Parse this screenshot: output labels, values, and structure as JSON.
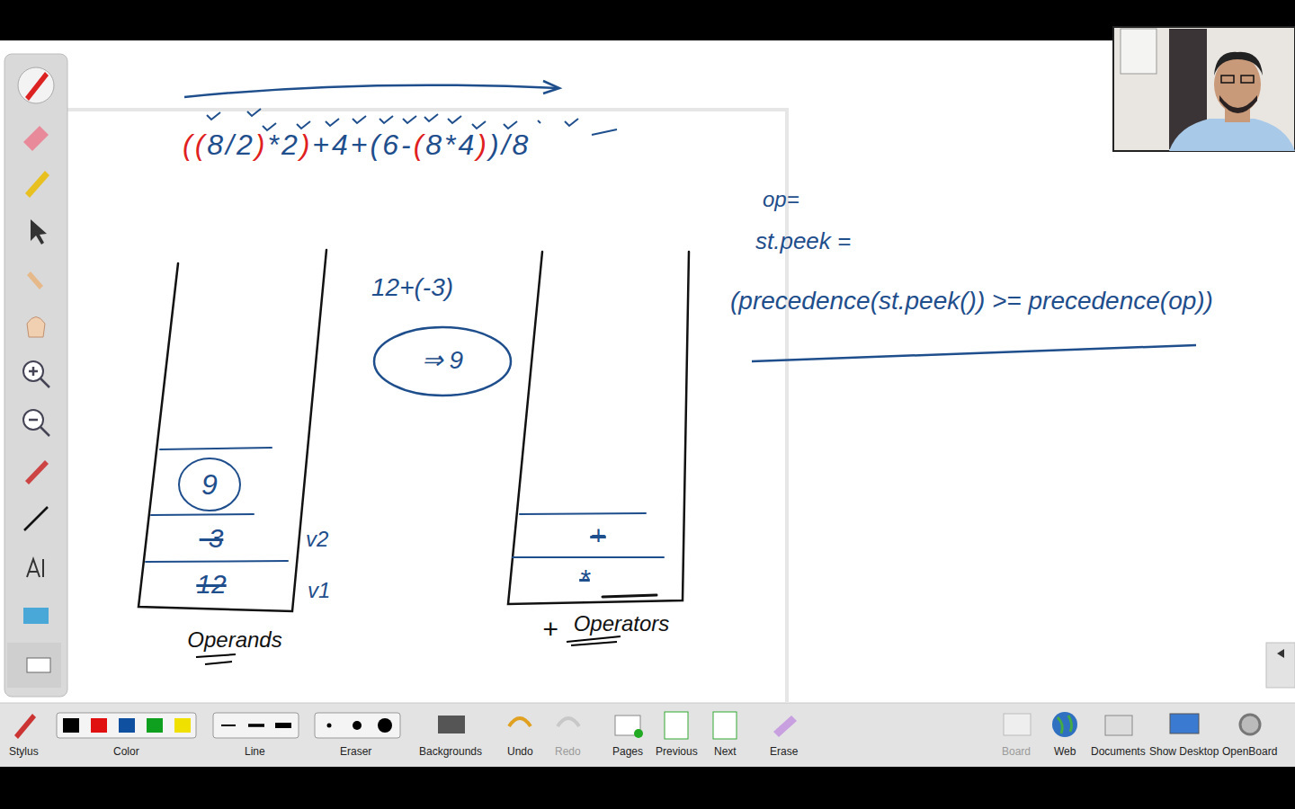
{
  "diagram": {
    "nodes": [
      {
        "text": [
          "Operands"
        ]
      },
      {
        "text": [
          "9"
        ],
        "in": 0
      },
      {
        "text": [
          "-3"
        ],
        "in": 0
      },
      {
        "text": [
          "12"
        ],
        "in": 0
      },
      {
        "text": [
          "Operators"
        ]
      },
      {
        "text": [
          "+"
        ],
        "in": 4
      },
      {
        "text": [
          "*"
        ],
        "in": 4
      },
      {
        "text": [
          "⇒ 9"
        ]
      }
    ],
    "labels": [
      "((8/2)*2)+4+(6-(8*4))/8",
      "12+(-3)",
      "v2",
      "v1",
      "+",
      "op=",
      "st.peek =",
      "(precedence(st.peek()) >= precedence(op))",
      "Stylus",
      "Color",
      "Line",
      "Eraser",
      "Backgrounds",
      "Undo",
      "Redo",
      "Pages",
      "Previous",
      "Next",
      "Erase",
      "Board",
      "Web",
      "Documents",
      "Show Desktop",
      "OpenBoard"
    ]
  }
}
